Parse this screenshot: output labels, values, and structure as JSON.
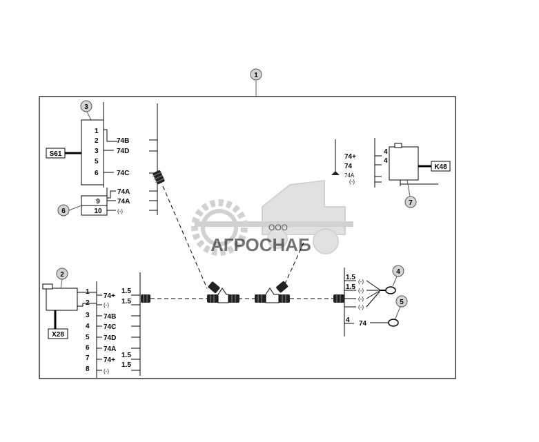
{
  "callouts": [
    "1",
    "2",
    "3",
    "4",
    "5",
    "6",
    "7"
  ],
  "tags": {
    "s61": "S61",
    "k48": "K48",
    "x28": "X28"
  },
  "connector3": {
    "pins": [
      "1",
      "2",
      "3",
      "5",
      "6"
    ],
    "wires": [
      "74B",
      "74D",
      "74C"
    ]
  },
  "connector6": {
    "pins": [
      "9",
      "10"
    ],
    "wires": [
      "74A",
      "74A",
      "(-)"
    ]
  },
  "relay7": {
    "pins": [
      "4",
      "4"
    ],
    "wires": [
      "74+",
      "74",
      "74A",
      "(-)"
    ]
  },
  "connector2": {
    "pins": [
      "1",
      "2",
      "3",
      "4",
      "5",
      "6",
      "7",
      "8"
    ],
    "wires": [
      "74+",
      "(-)",
      "74B",
      "74C",
      "74D",
      "74A",
      "74+",
      "(-)"
    ],
    "sizes": [
      "1.5",
      "1.5",
      "1.5",
      "1.5"
    ]
  },
  "right_group": {
    "sizes": [
      "1.5",
      "1.5"
    ],
    "wires": [
      "(-)",
      "(-)",
      "(-)",
      "(-)"
    ],
    "pin": "4",
    "wire": "74"
  },
  "watermark": {
    "brand": "АГРОСНАБ",
    "prefix": "ООО"
  }
}
